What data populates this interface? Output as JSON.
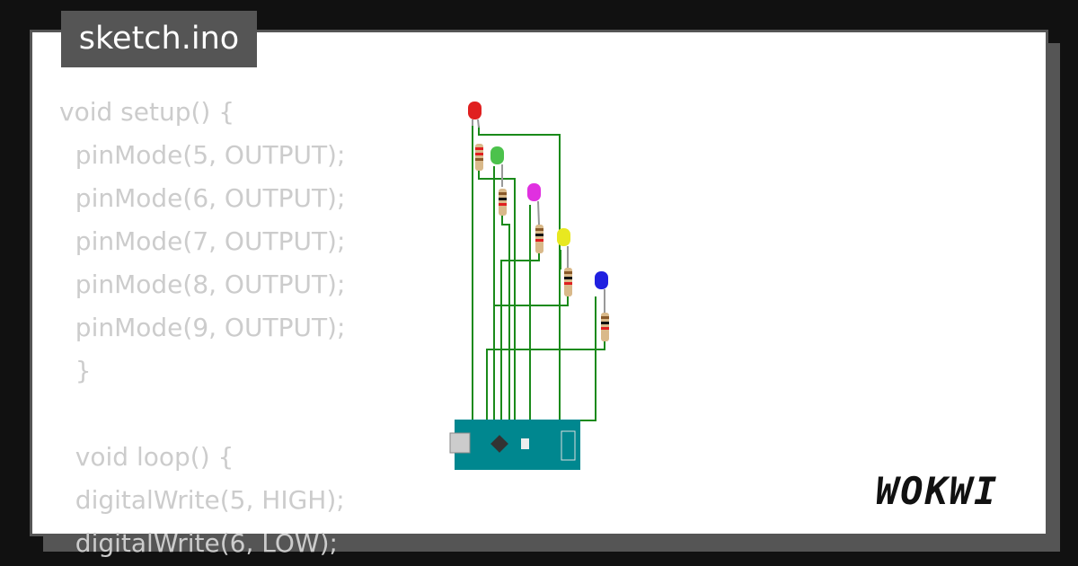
{
  "title": "sketch.ino",
  "code_lines": [
    "void setup() {",
    "  pinMode(5, OUTPUT);",
    "  pinMode(6, OUTPUT);",
    "  pinMode(7, OUTPUT);",
    "  pinMode(8, OUTPUT);",
    "  pinMode(9, OUTPUT);",
    "  }",
    "",
    "  void loop() {",
    "  digitalWrite(5, HIGH);",
    "  digitalWrite(6, LOW);"
  ],
  "logo": "WOKWI",
  "colors": {
    "wire": "#1a8a1a",
    "board": "#00878f",
    "led_red": "#e02020",
    "led_green": "#4cc24c",
    "led_magenta": "#e030e0",
    "led_yellow": "#e8e820",
    "led_blue": "#2020e0"
  }
}
